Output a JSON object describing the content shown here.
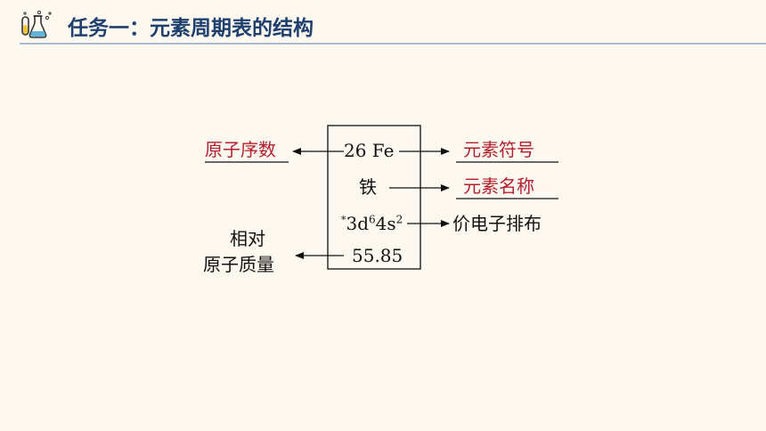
{
  "header": {
    "title": "任务一：元素周期表的结构",
    "logo_icon": "chemistry-flask-icon"
  },
  "element_box": {
    "atomic_number_symbol": "26 Fe",
    "name": "铁",
    "valence_star": "*",
    "valence_parts": [
      "3d",
      "6",
      "4s",
      "2"
    ],
    "atomic_mass": "55.85"
  },
  "labels": {
    "atomic_number": "原子序数",
    "element_symbol": "元素符号",
    "element_name": "元素名称",
    "valence_config": "价电子排布",
    "relative_mass_line1": "相对",
    "relative_mass_line2": "原子质量"
  },
  "colors": {
    "title": "#1f3f6e",
    "answer_red": "#b21e2b",
    "background": "#fdf9f1",
    "rule": "#a9b9d0"
  }
}
